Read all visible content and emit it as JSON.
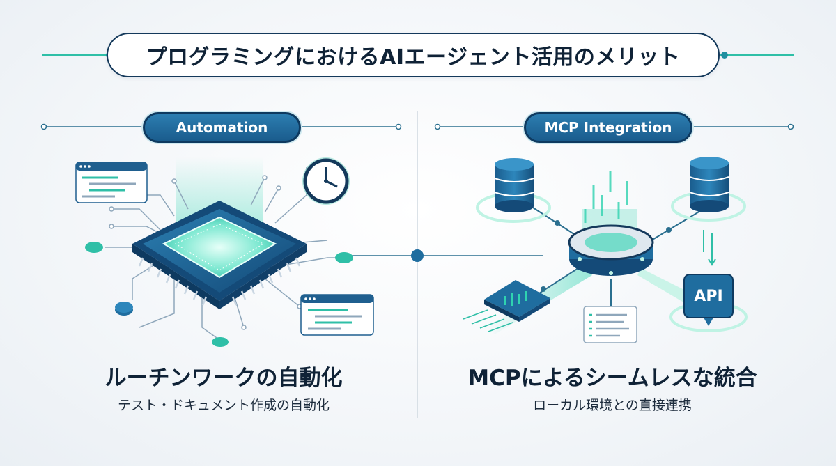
{
  "title": "プログラミングにおけるAIエージェント活用のメリット",
  "left": {
    "badge": "Automation",
    "heading": "ルーチンワークの自動化",
    "subtext": "テスト・ドキュメント作成の自動化"
  },
  "right": {
    "badge": "MCP Integration",
    "heading": "MCPによるシームレスな統合",
    "subtext": "ローカル環境との直接連携",
    "api_label": "API"
  },
  "colors": {
    "navy": "#14395b",
    "blue": "#1f6d9f",
    "teal": "#2fd3b0",
    "light_teal": "#bff3e4"
  }
}
